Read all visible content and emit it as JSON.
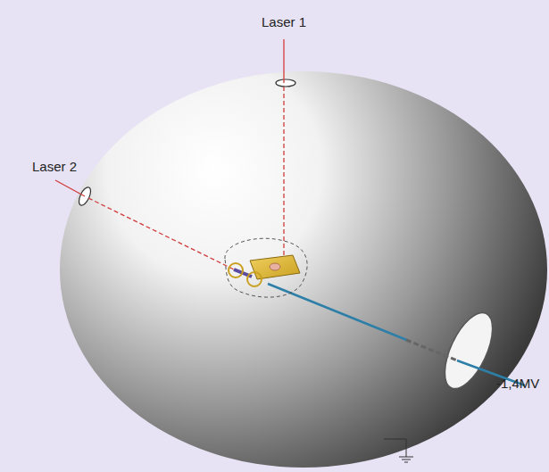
{
  "diagram": {
    "labels": [
      "Laser 1",
      "Laser 2",
      "-1,4MV"
    ]
  }
}
